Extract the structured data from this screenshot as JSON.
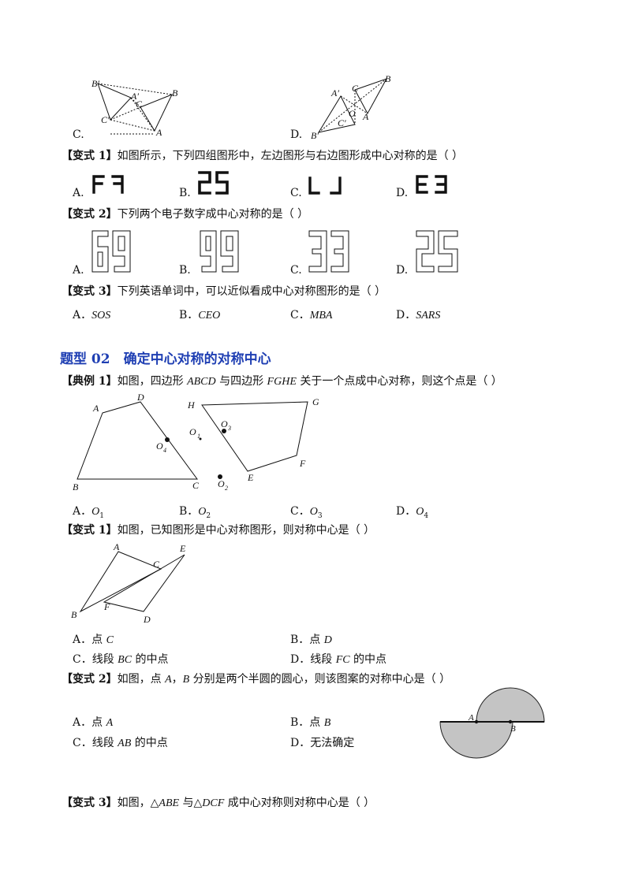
{
  "top_figs": {
    "c_label": "C.",
    "d_label": "D.",
    "c_points": {
      "bp": "B′",
      "ap": "A′",
      "c": "C",
      "cp": "C′",
      "b": "B",
      "a": "A"
    },
    "d_points": {
      "ap": "A′",
      "c": "C",
      "b": "B",
      "o": "O",
      "cp": "C′",
      "a": "A",
      "bp": "B′"
    }
  },
  "q1": {
    "tag": "【变式 1】",
    "text": "如图所示，下列四组图形中，左边图形与右边图形成中心对称的是（        ）",
    "options": [
      {
        "label": "A."
      },
      {
        "label": "B."
      },
      {
        "label": "C."
      },
      {
        "label": "D."
      }
    ]
  },
  "q2": {
    "tag": "【变式 2】",
    "text": "下列两个电子数字成中心对称的是（        ）",
    "options": [
      {
        "label": "A."
      },
      {
        "label": "B."
      },
      {
        "label": "C."
      },
      {
        "label": "D."
      }
    ]
  },
  "q3": {
    "tag": "【变式 3】",
    "text": "下列英语单词中，可以近似看成中心对称图形的是（        ）",
    "options": [
      {
        "label": "A．",
        "value": "SOS"
      },
      {
        "label": "B．",
        "value": "CEO"
      },
      {
        "label": "C．",
        "value": "MBA"
      },
      {
        "label": "D．",
        "value": "SARS"
      }
    ]
  },
  "section2": {
    "title": "题型 02　确定中心对称的对称中心"
  },
  "ex1": {
    "tag": "【典例 1】",
    "text_a": "如图，四边形 ",
    "abcd": "ABCD",
    "text_b": " 与四边形 ",
    "fghe": "FGHE",
    "text_c": " 关于一个点成中心对称，则这个点是（        ）",
    "fig": {
      "A": "A",
      "D": "D",
      "B": "B",
      "C": "C",
      "H": "H",
      "G": "G",
      "F": "F",
      "E": "E",
      "O1": "O",
      "O1s": "1",
      "O2": "O",
      "O2s": "2",
      "O3": "O",
      "O3s": "3",
      "O4": "O",
      "O4s": "4"
    },
    "options": [
      {
        "label": "A．",
        "value": "O",
        "sub": "1"
      },
      {
        "label": "B．",
        "value": "O",
        "sub": "2"
      },
      {
        "label": "C．",
        "value": "O",
        "sub": "3"
      },
      {
        "label": "D．",
        "value": "O",
        "sub": "4"
      }
    ]
  },
  "v1": {
    "tag": "【变式 1】",
    "text": "如图，已知图形是中心对称图形，则对称中心是（        ）",
    "fig": {
      "A": "A",
      "C": "C",
      "E": "E",
      "B": "B",
      "F": "F",
      "D": "D"
    },
    "options": [
      {
        "label": "A．",
        "pre": "点 ",
        "value": "C",
        "post": ""
      },
      {
        "label": "B．",
        "pre": "点 ",
        "value": "D",
        "post": ""
      },
      {
        "label": "C．",
        "pre": "线段 ",
        "value": "BC",
        "post": " 的中点"
      },
      {
        "label": "D．",
        "pre": "线段 ",
        "value": "FC",
        "post": " 的中点"
      }
    ]
  },
  "v2": {
    "tag": "【变式 2】",
    "text_a": "如图，点 ",
    "a": "A",
    "text_b": "，",
    "b": "B",
    "text_c": " 分别是两个半圆的圆心，则该图案的对称中心是（        ）",
    "fig": {
      "A": "A",
      "B": "B"
    },
    "options": [
      {
        "label": "A．",
        "pre": "点 ",
        "value": "A",
        "post": ""
      },
      {
        "label": "B．",
        "pre": "点 ",
        "value": "B",
        "post": ""
      },
      {
        "label": "C．",
        "pre": "线段 ",
        "value": "AB",
        "post": " 的中点"
      },
      {
        "label": "D．",
        "pre": "",
        "value": "",
        "post": "无法确定"
      }
    ]
  },
  "v3": {
    "tag": "【变式 3】",
    "text_a": "如图，△",
    "abe": "ABE",
    "text_b": " 与△",
    "dcf": "DCF",
    "text_c": " 成中心对称则对称中心是（        ）"
  }
}
